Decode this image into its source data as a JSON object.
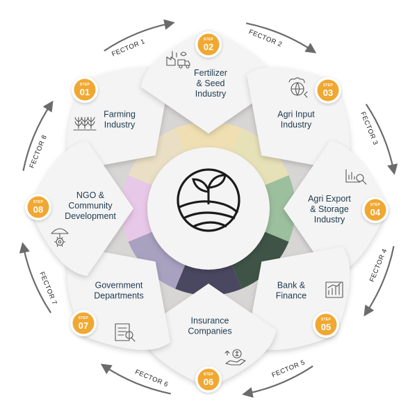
{
  "center": {
    "icon": "plant-sprout-field-icon"
  },
  "colors": {
    "badge": "#f0a832",
    "card": "#f4f4f5",
    "ring_outer": "#d6d3d3",
    "ring_segments": [
      "#f0dfb3",
      "#e7e1b8",
      "#9cbf9d",
      "#3f5446",
      "#4a4760",
      "#a8a1c0",
      "#e8c8e8",
      "#eadfc4"
    ],
    "arrow": "#6b6b6b"
  },
  "steps": [
    {
      "step_label": "STEP",
      "number": "01",
      "line1": "Farming",
      "line2": "Industry",
      "line3": "",
      "icon": "crops-field-icon"
    },
    {
      "step_label": "STEP",
      "number": "02",
      "line1": "Fertilizer",
      "line2": "& Seed",
      "line3": "Industry",
      "icon": "factory-truck-icon"
    },
    {
      "step_label": "STEP",
      "number": "03",
      "line1": "Agri Input",
      "line2": "Industry",
      "line3": "",
      "icon": "global-agri-input-icon"
    },
    {
      "step_label": "STEP",
      "number": "04",
      "line1": "Agri Export",
      "line2": "& Storage",
      "line3": "Industry",
      "icon": "chart-magnifier-icon"
    },
    {
      "step_label": "STEP",
      "number": "05",
      "line1": "Bank &",
      "line2": "Finance",
      "line3": "",
      "icon": "money-growth-chart-icon"
    },
    {
      "step_label": "STEP",
      "number": "06",
      "line1": "Insurance",
      "line2": "Companies",
      "line3": "",
      "icon": "hand-money-icon"
    },
    {
      "step_label": "STEP",
      "number": "07",
      "line1": "Government",
      "line2": "Departments",
      "line3": "",
      "icon": "government-document-icon"
    },
    {
      "step_label": "STEP",
      "number": "08",
      "line1": "NGO &",
      "line2": "Community",
      "line3": "Development",
      "icon": "umbrella-gear-icon"
    }
  ],
  "fectors": [
    "FECTOR 1",
    "FECTOR 2",
    "FECTOR 3",
    "FECTOR 4",
    "FECTOR 5",
    "FECTOR 6",
    "FECTOR 7",
    "FECTOR 8"
  ]
}
